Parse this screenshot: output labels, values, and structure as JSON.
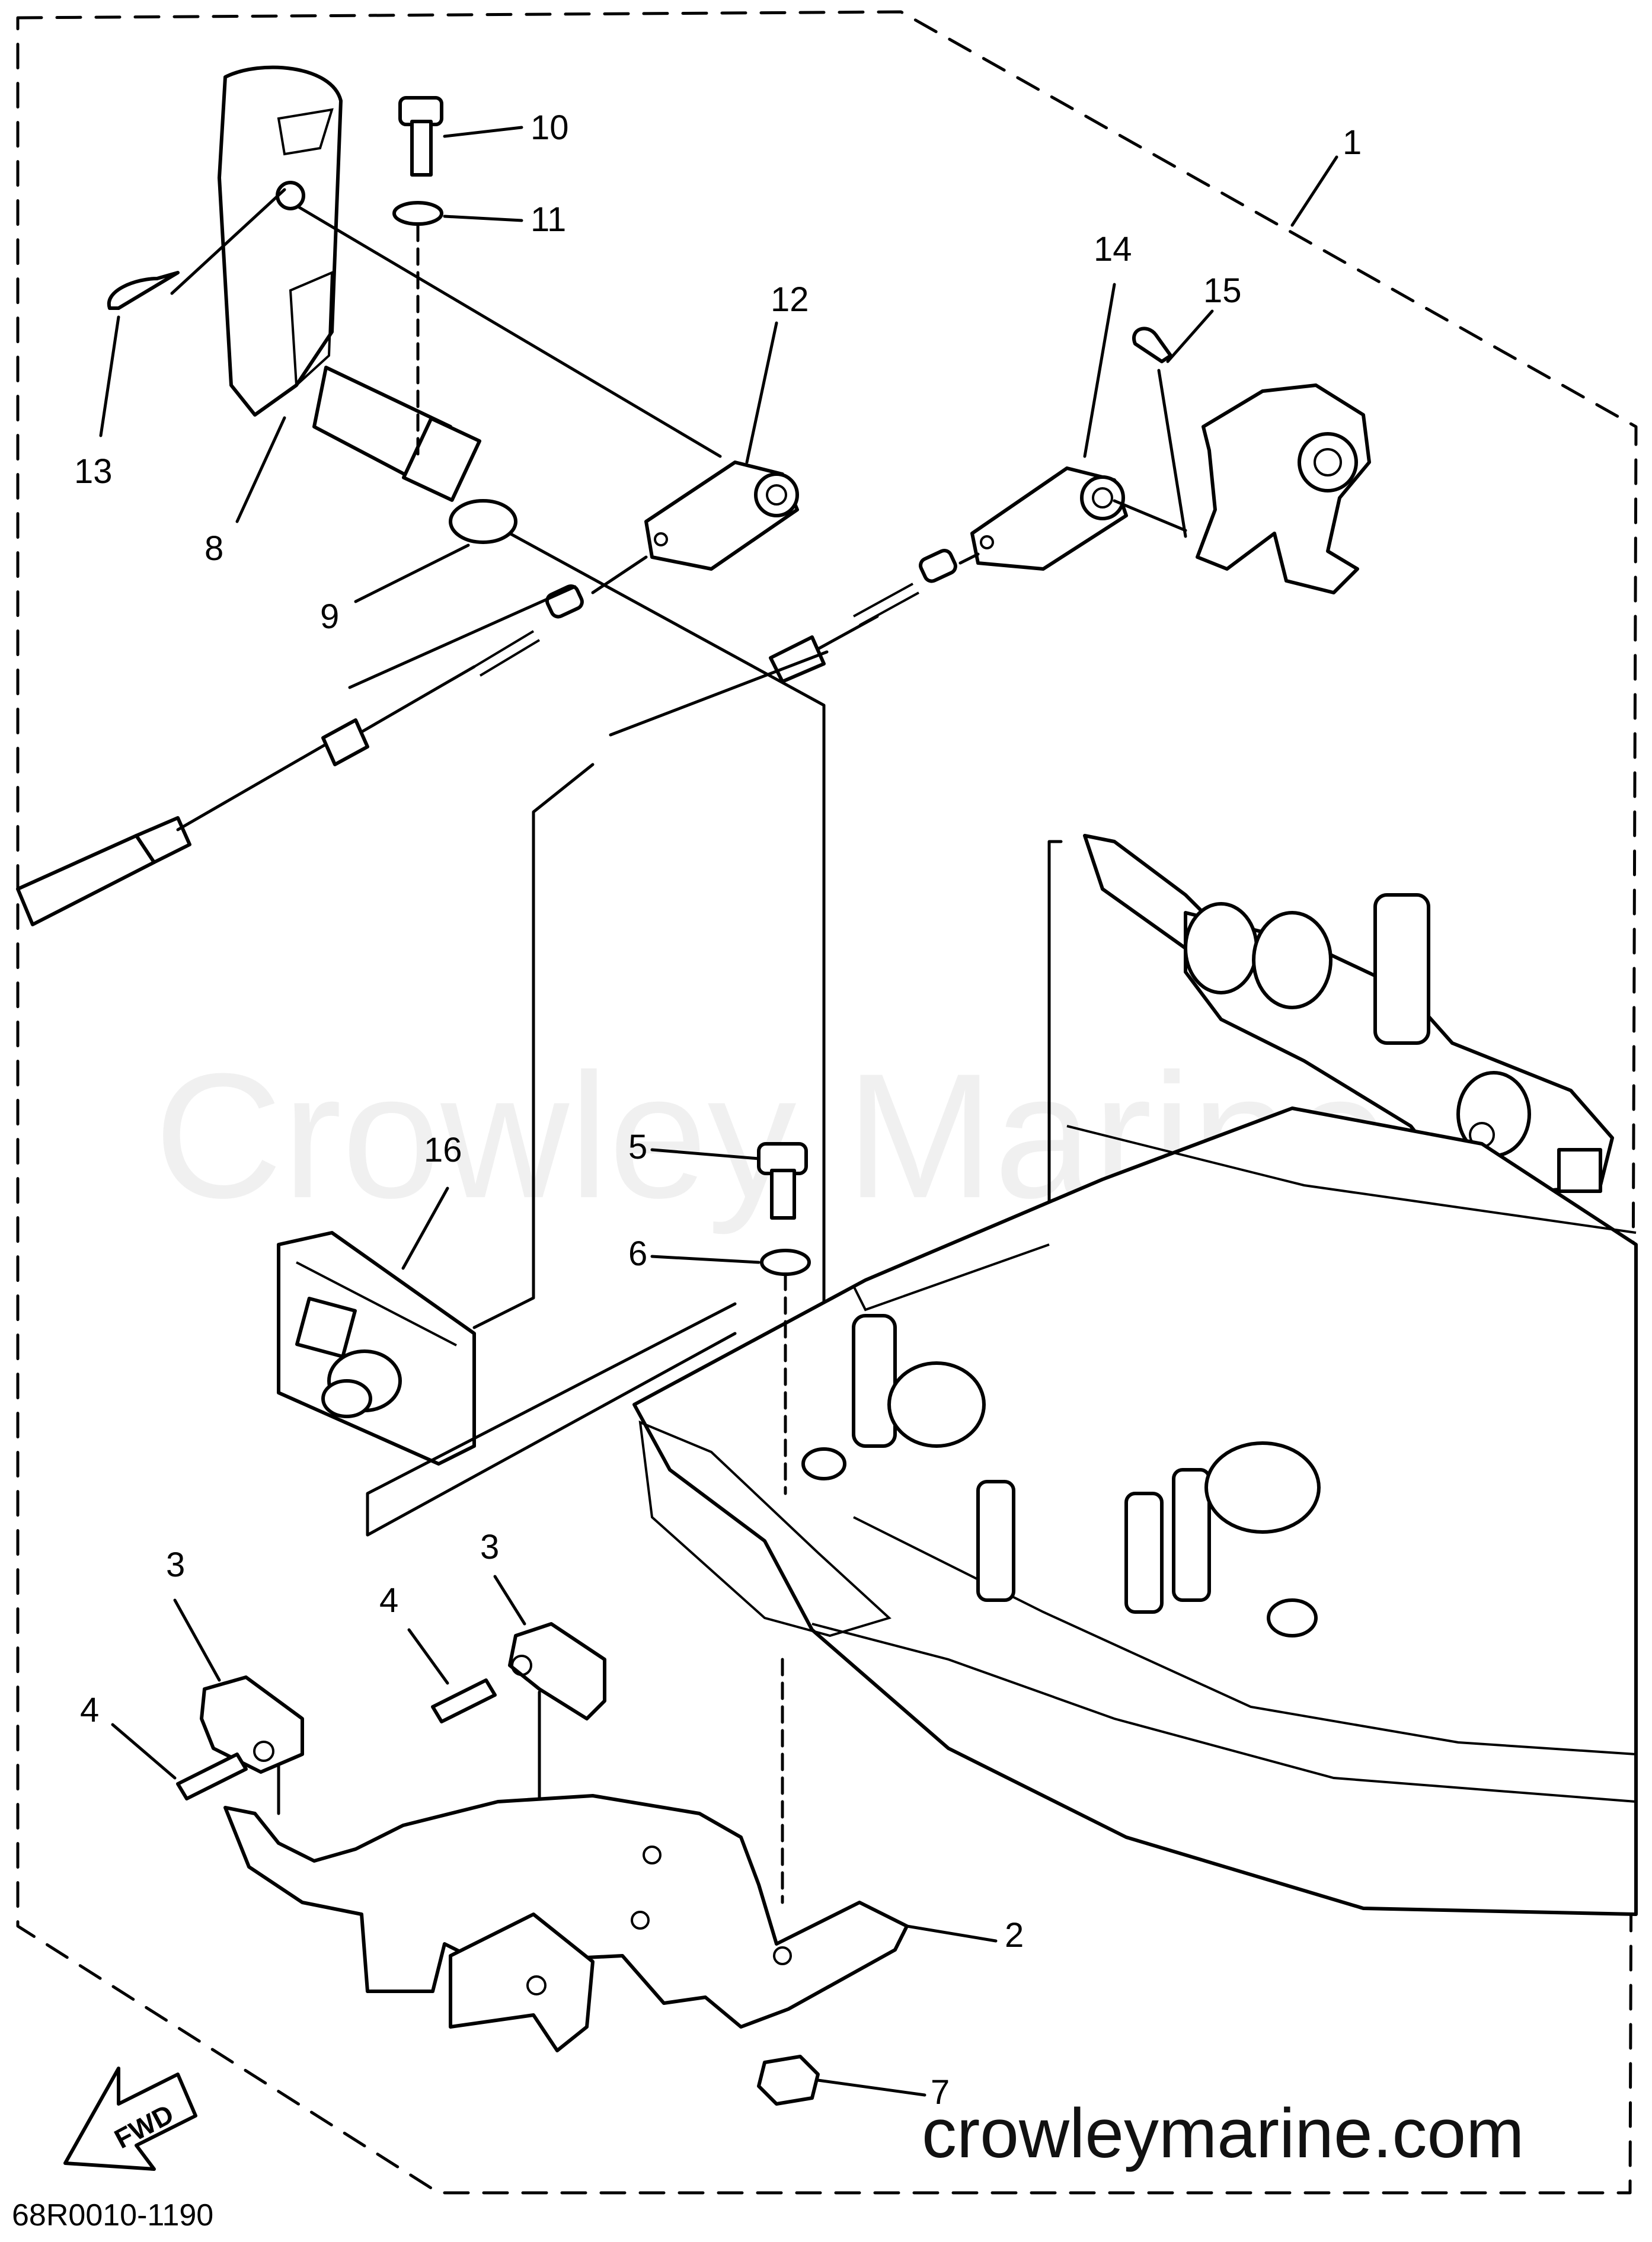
{
  "callouts": [
    "1",
    "2",
    "3",
    "3",
    "4",
    "4",
    "5",
    "6",
    "7",
    "8",
    "9",
    "10",
    "11",
    "12",
    "13",
    "14",
    "15",
    "16"
  ],
  "watermark": "Crowley Marine",
  "website": "crowleymarine.com",
  "diagram_code": "68R0010-1190",
  "fwd_label": "FWD"
}
